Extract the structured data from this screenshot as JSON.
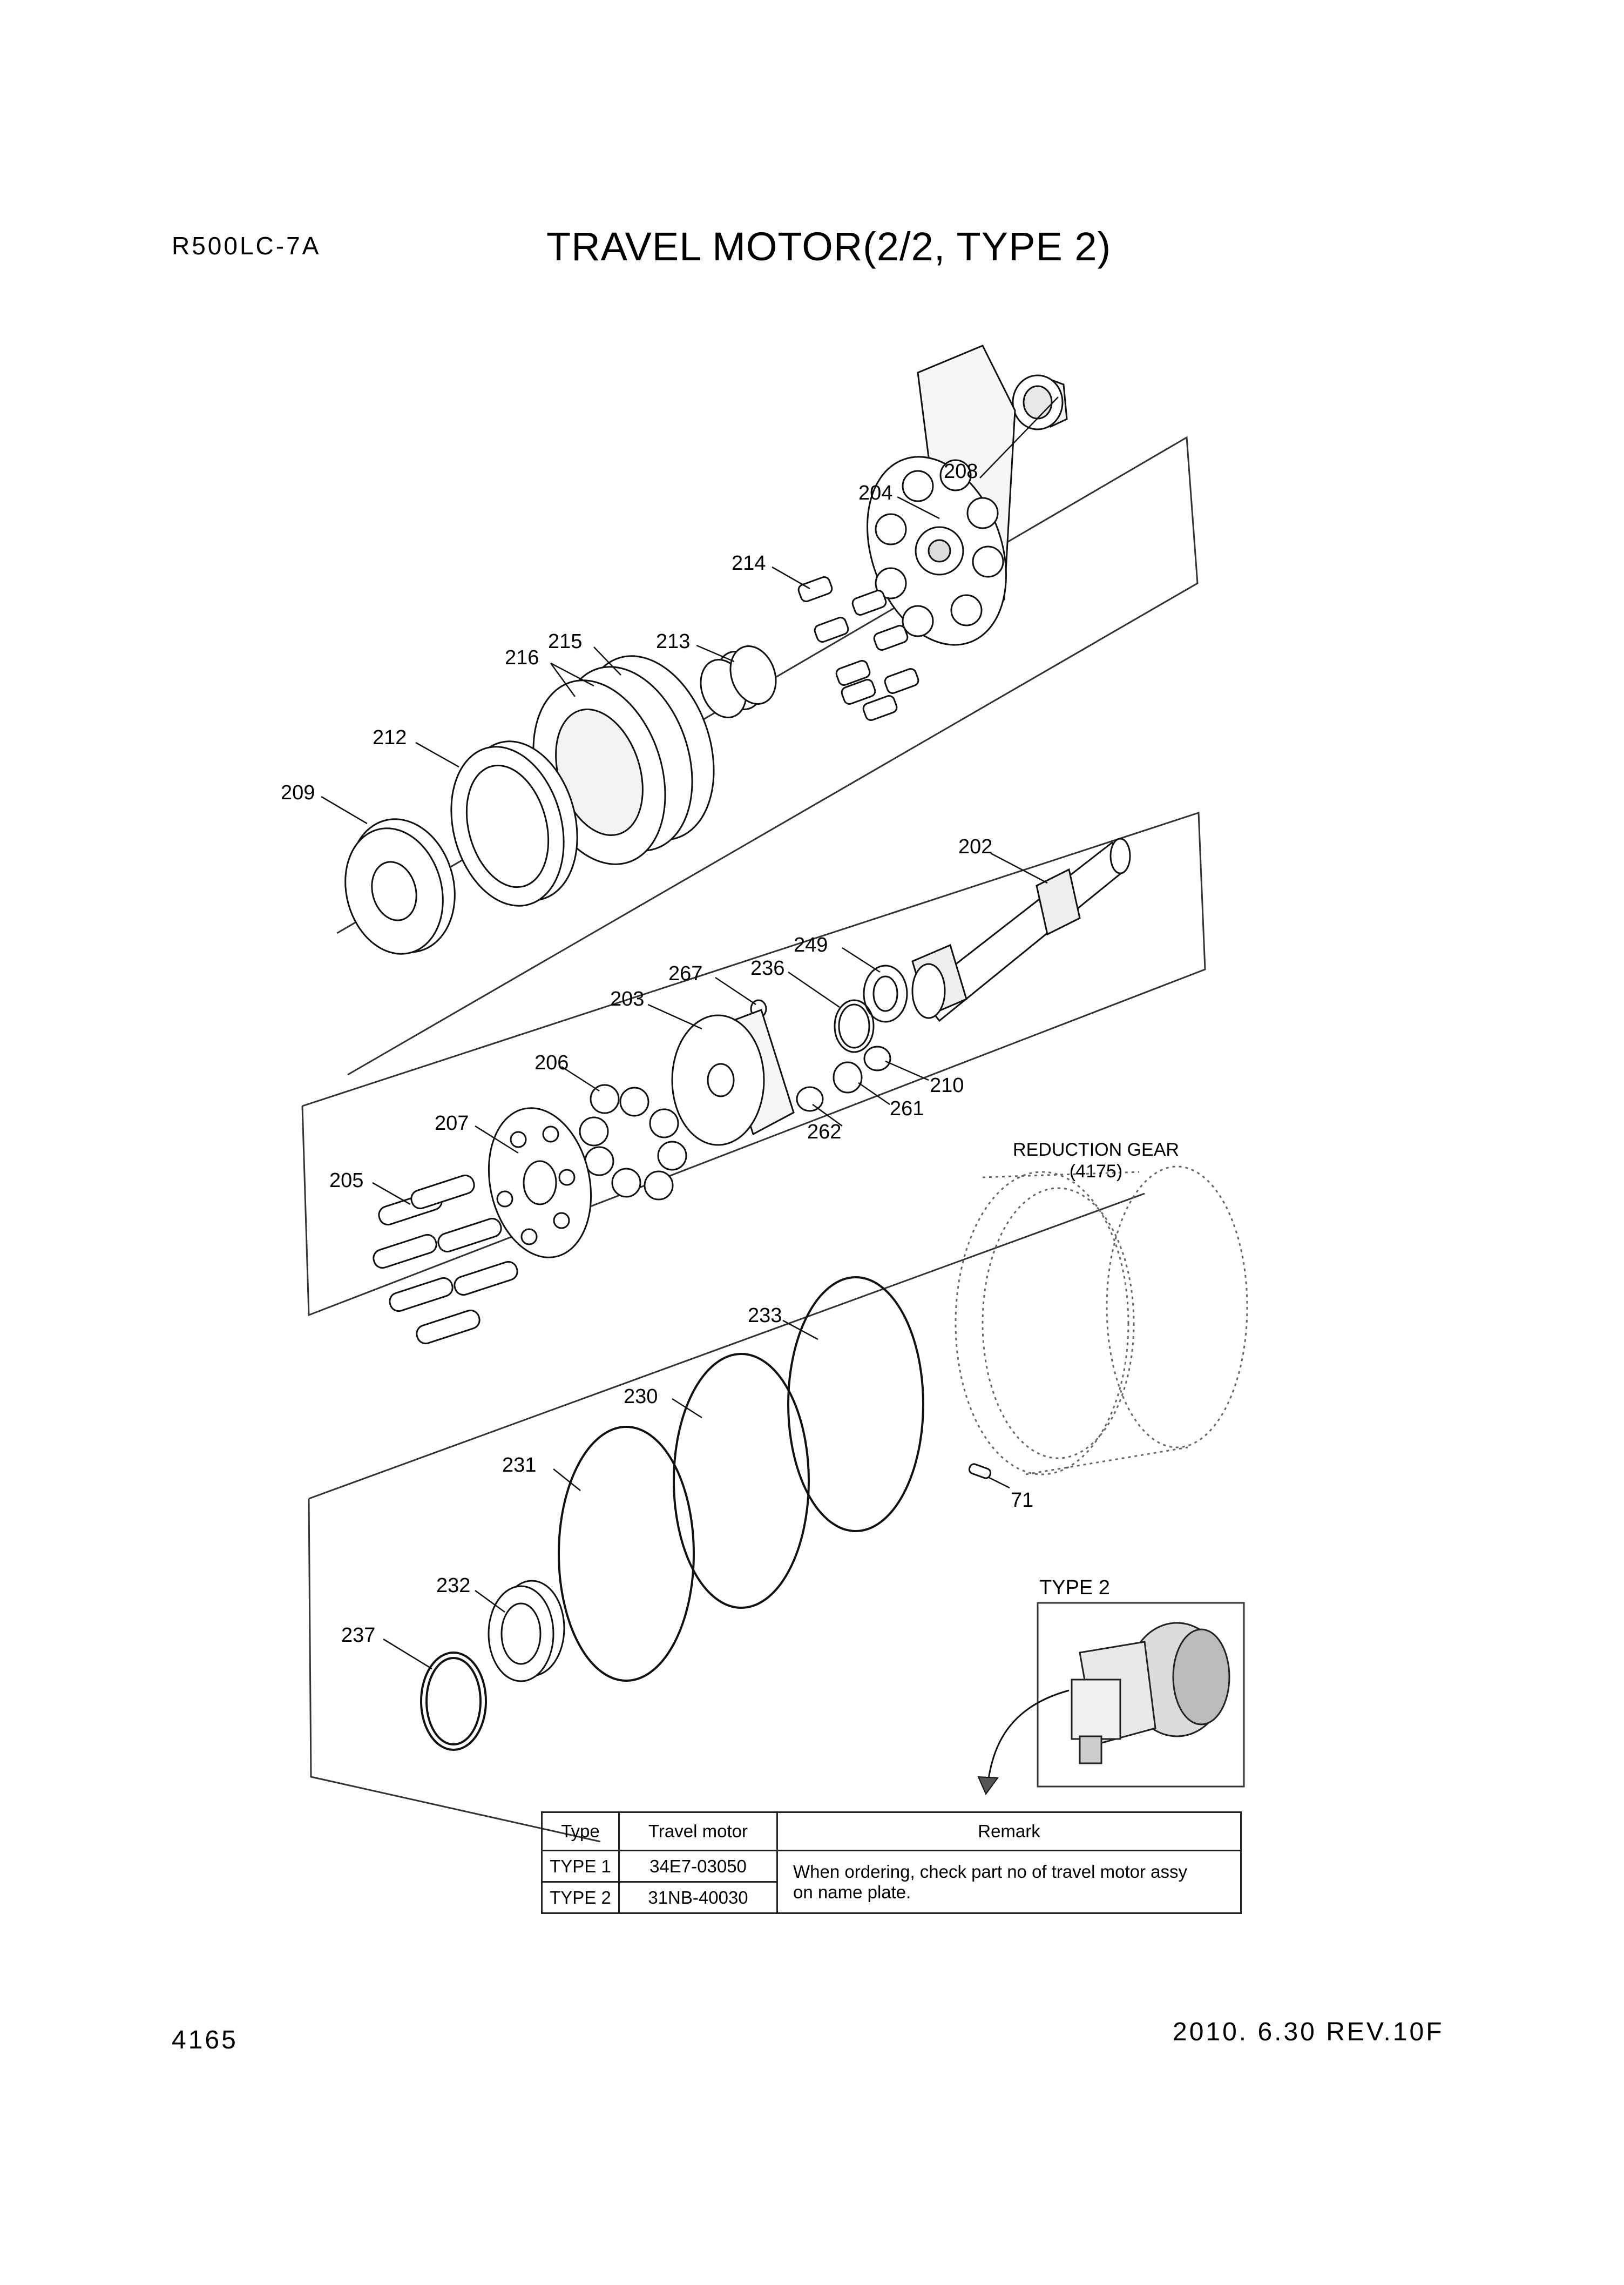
{
  "header": {
    "model": "R500LC-7A",
    "title": "TRAVEL MOTOR(2/2, TYPE 2)"
  },
  "footer": {
    "page_number": "4165",
    "revision": "2010. 6.30  REV.10F"
  },
  "callouts": {
    "p208": "208",
    "p204": "204",
    "p214": "214",
    "p215": "215",
    "p216": "216",
    "p213": "213",
    "p212": "212",
    "p209": "209",
    "p202": "202",
    "p249": "249",
    "p236": "236",
    "p267": "267",
    "p203": "203",
    "p206": "206",
    "p210": "210",
    "p261": "261",
    "p262": "262",
    "p207": "207",
    "p205": "205",
    "p233": "233",
    "p230": "230",
    "p231": "231",
    "p71": "71",
    "p232": "232",
    "p237": "237"
  },
  "reduction_gear": {
    "label": "REDUCTION GEAR",
    "ref": "(4175)"
  },
  "type2_inset": {
    "label": "TYPE 2"
  },
  "type_table": {
    "headers": [
      "Type",
      "Travel motor",
      "Remark"
    ],
    "rows": [
      {
        "type": "TYPE 1",
        "motor": "34E7-03050"
      },
      {
        "type": "TYPE 2",
        "motor": "31NB-40030"
      }
    ],
    "remark_line1": "When ordering, check part no of travel motor assy",
    "remark_line2": "on name plate."
  }
}
